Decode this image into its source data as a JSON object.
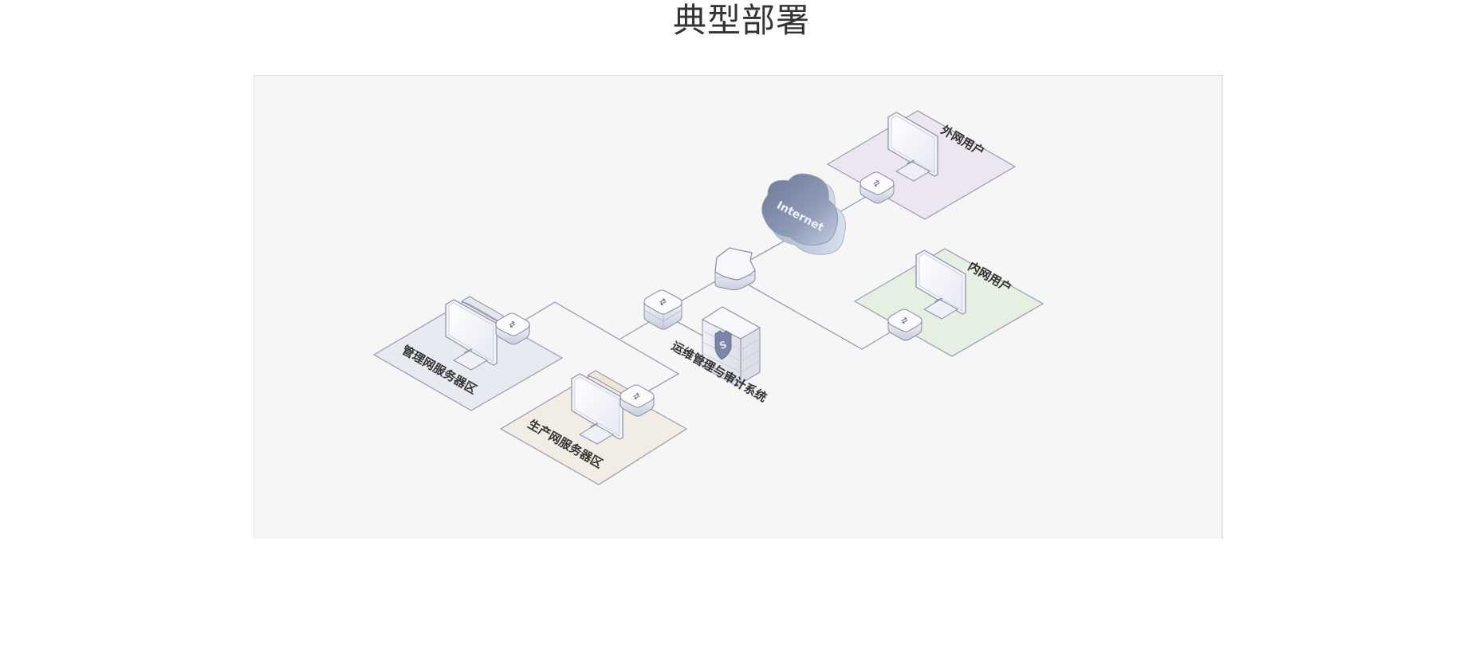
{
  "page": {
    "title": "典型部署"
  },
  "diagram": {
    "zones": [
      {
        "id": "external-users",
        "label": "外网用户",
        "fill": "#ece6f0"
      },
      {
        "id": "internal-users",
        "label": "内网用户",
        "fill": "#e6f0e2"
      },
      {
        "id": "mgmt-servers",
        "label": "管理网服务器区",
        "fill": "#e7eaf0"
      },
      {
        "id": "prod-servers",
        "label": "生产网服务器区",
        "fill": "#f1ede4"
      }
    ],
    "nodes": {
      "internet": {
        "label": "Internet"
      },
      "gateway": {
        "label": ""
      },
      "core_switch": {
        "label": ""
      },
      "audit_system": {
        "label": "运维管理与审计系统"
      }
    },
    "connections": [
      [
        "external-switch",
        "internet"
      ],
      [
        "internet",
        "gateway"
      ],
      [
        "gateway",
        "internal-switch"
      ],
      [
        "gateway",
        "core-switch"
      ],
      [
        "core-switch",
        "audit-system"
      ],
      [
        "core-switch",
        "mgmt-switch"
      ],
      [
        "core-switch",
        "prod-switch"
      ]
    ],
    "colors": {
      "line": "#9a9cb0",
      "device_outline": "#8a8da3",
      "cloud": "#7a8aa6"
    }
  }
}
